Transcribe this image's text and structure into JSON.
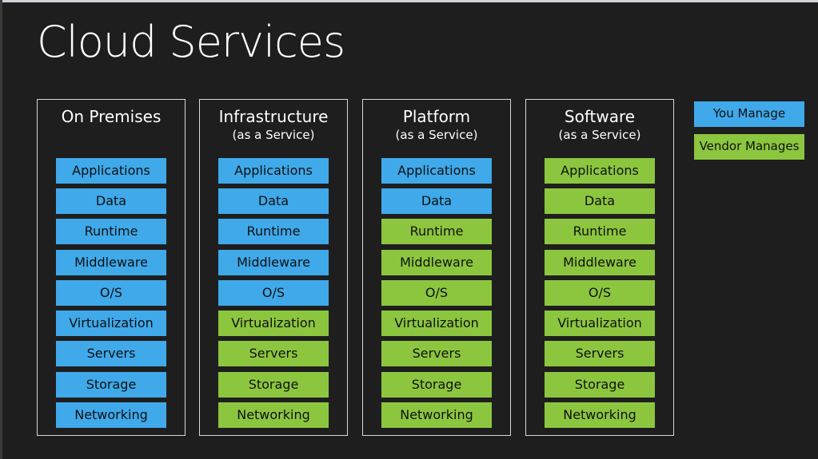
{
  "title": "Cloud Services",
  "layers": [
    "Applications",
    "Data",
    "Runtime",
    "Middleware",
    "O/S",
    "Virtualization",
    "Servers",
    "Storage",
    "Networking"
  ],
  "legend": {
    "you_manage": "You Manage",
    "vendor_manages": "Vendor Manages",
    "you_color": "#3fa9ea",
    "vendor_color": "#8cc63f"
  },
  "columns": [
    {
      "title": "On Premises",
      "subtitle": "",
      "you_manage_count": 9
    },
    {
      "title": "Infrastructure",
      "subtitle": "(as a Service)",
      "you_manage_count": 5
    },
    {
      "title": "Platform",
      "subtitle": "(as a Service)",
      "you_manage_count": 2
    },
    {
      "title": "Software",
      "subtitle": "(as a Service)",
      "you_manage_count": 0
    }
  ]
}
